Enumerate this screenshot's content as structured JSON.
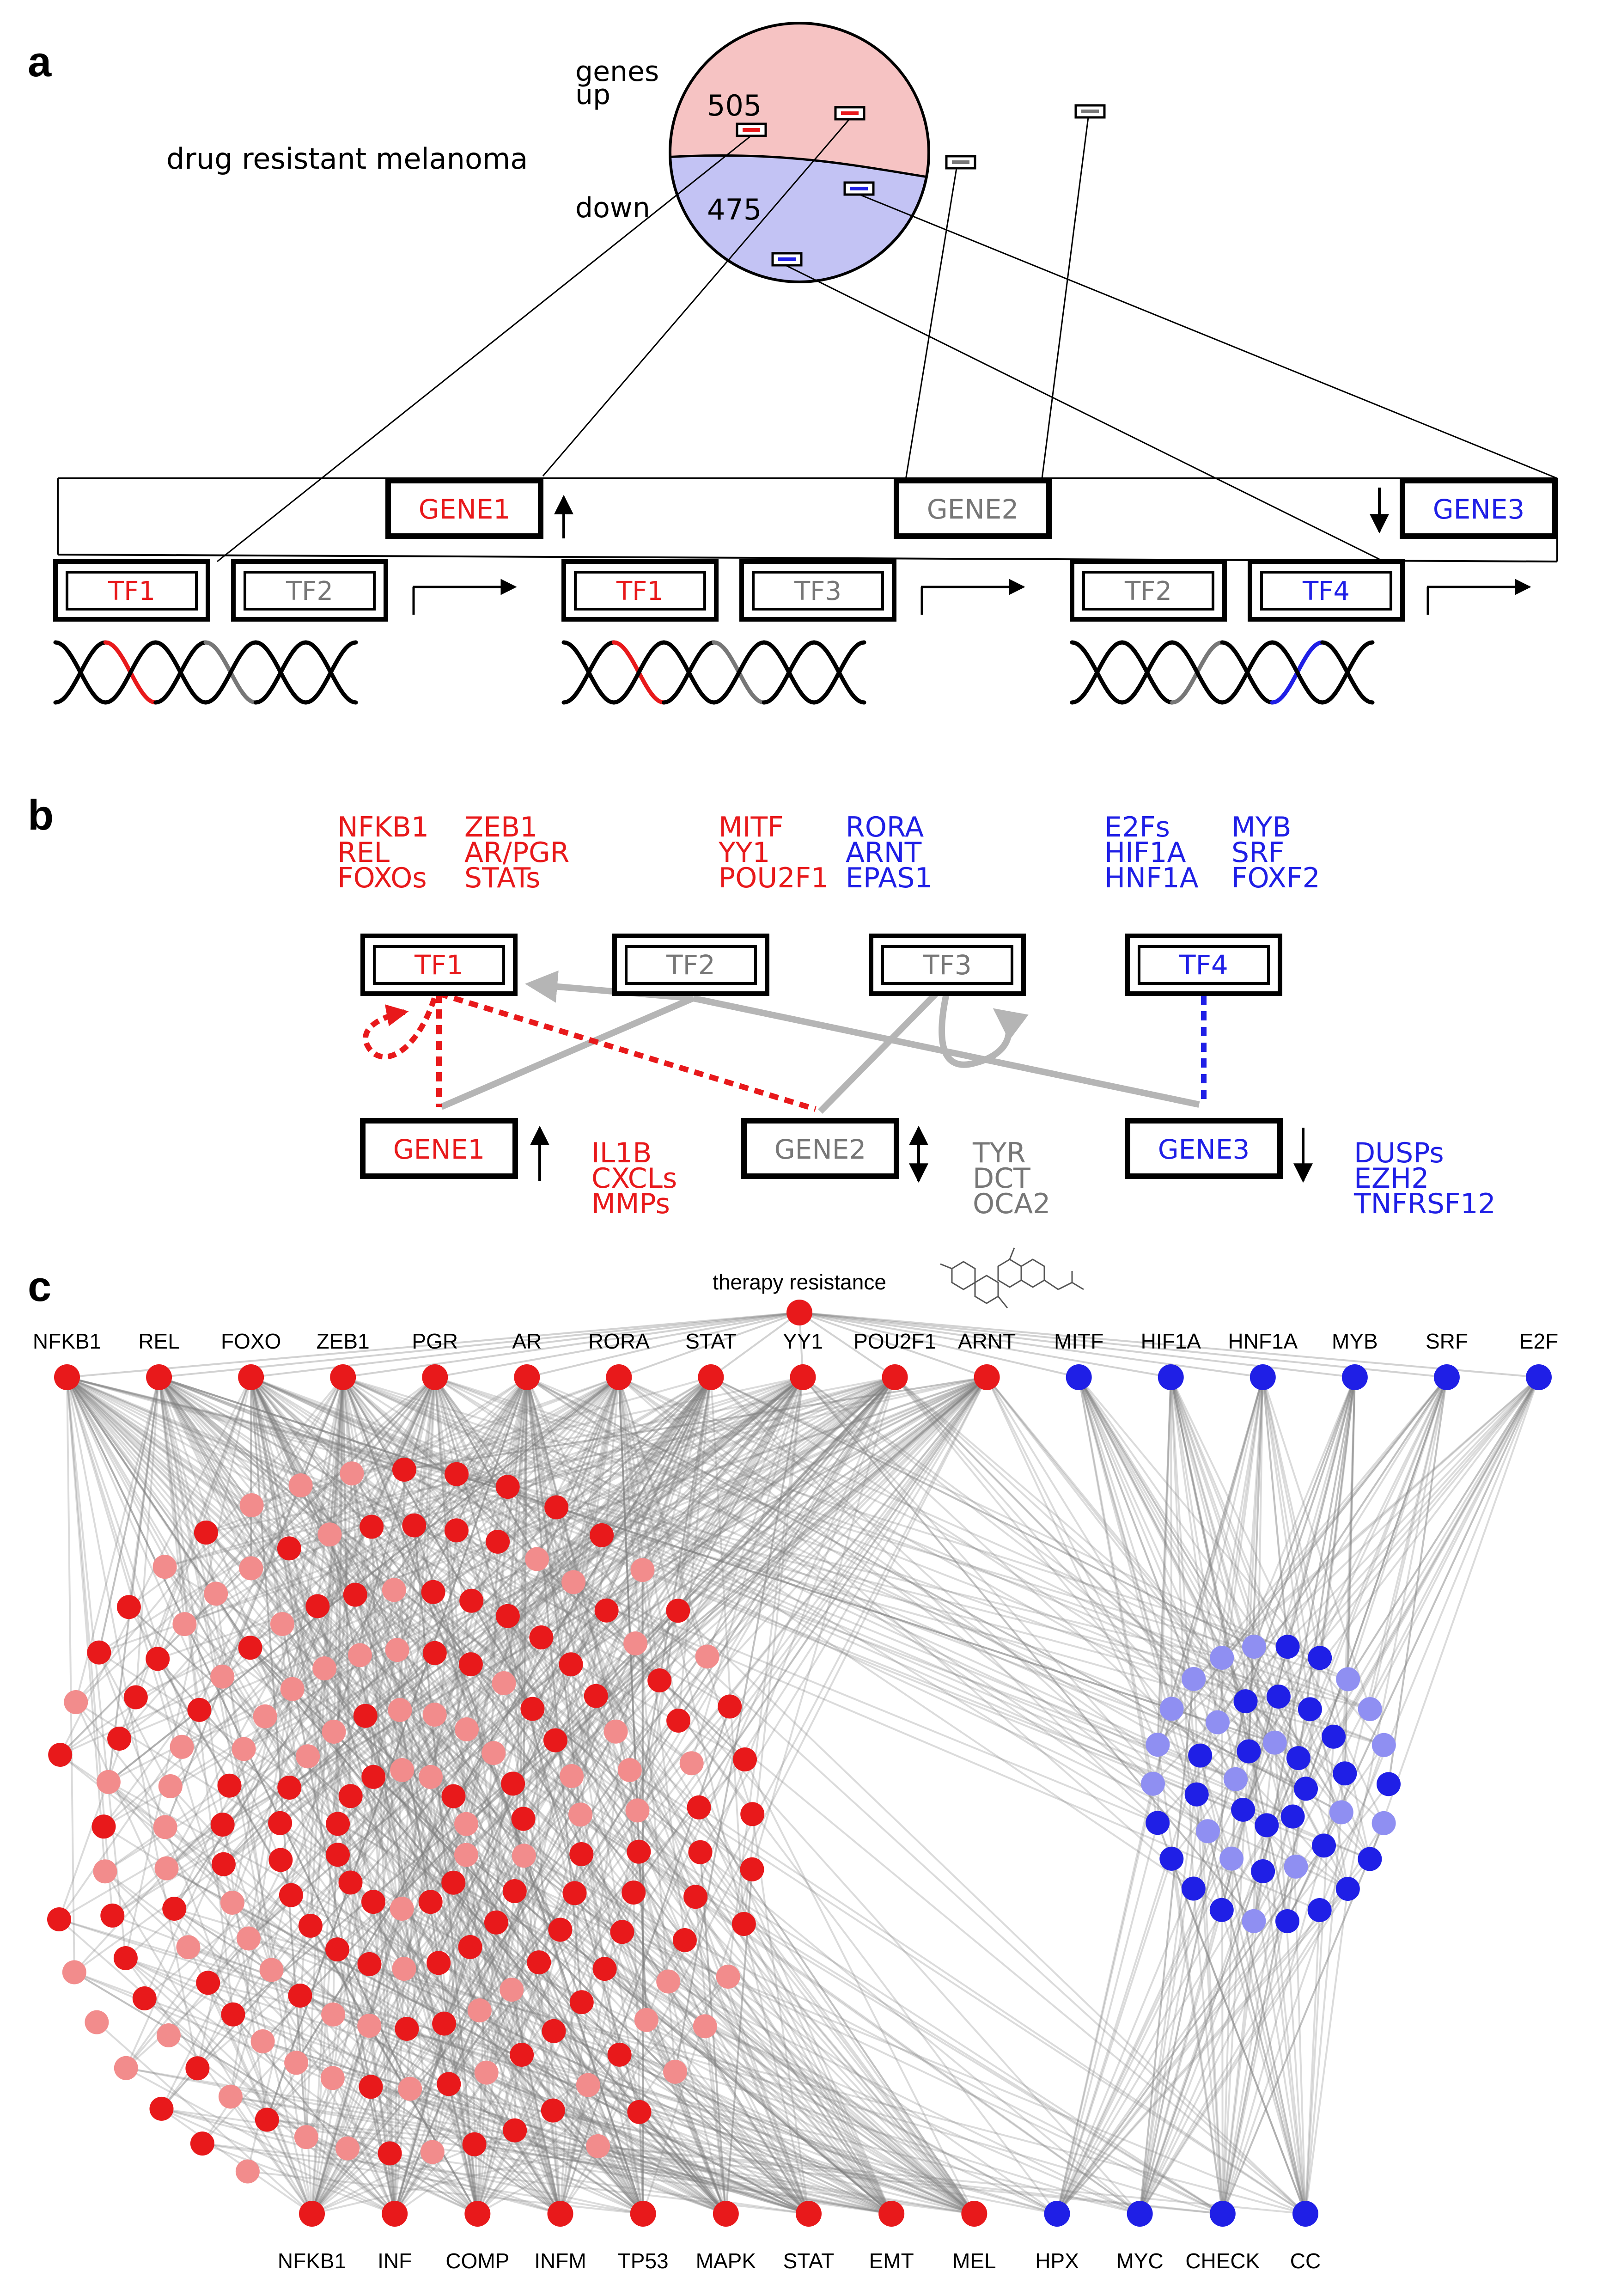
{
  "colors": {
    "red": "#e8191b",
    "blue": "#1f1fe6",
    "gray": "#777777",
    "pie_up": "#f6c3c3",
    "pie_down": "#c3c3f4",
    "edge": "#8a8a8a"
  },
  "panel_a": {
    "letter": "a",
    "title": "drug resistant melanoma",
    "genes_label": "genes",
    "up_label": "up",
    "down_label": "down",
    "up_count": "505",
    "down_count": "475",
    "gene_boxes": [
      {
        "label": "GENE1",
        "color": "red",
        "arrow": "up"
      },
      {
        "label": "GENE2",
        "color": "gray"
      },
      {
        "label": "GENE3",
        "color": "blue",
        "arrow": "down"
      }
    ],
    "tf_boxes": [
      {
        "label": "TF1",
        "color": "red"
      },
      {
        "label": "TF2",
        "color": "gray"
      },
      {
        "label": "TF1",
        "color": "red"
      },
      {
        "label": "TF3",
        "color": "gray"
      },
      {
        "label": "TF2",
        "color": "gray"
      },
      {
        "label": "TF4",
        "color": "blue"
      }
    ]
  },
  "panel_b": {
    "letter": "b",
    "tf_lists": [
      {
        "color": "red",
        "col1": [
          "NFKB1",
          "REL",
          "FOXOs"
        ],
        "col2": [
          "ZEB1",
          "AR/PGR",
          "STATs"
        ]
      },
      {
        "color": "red",
        "col1": [
          "MITF",
          "YY1",
          "POU2F1"
        ],
        "col2": []
      },
      {
        "color": "blue",
        "col1": [
          "RORA",
          "ARNT",
          "EPAS1"
        ],
        "col2": []
      },
      {
        "color": "blue",
        "col1": [
          "E2Fs",
          "HIF1A",
          "HNF1A"
        ],
        "col2": [
          "MYB",
          "SRF",
          "FOXF2"
        ]
      }
    ],
    "tfs": [
      {
        "label": "TF1",
        "color": "red"
      },
      {
        "label": "TF2",
        "color": "gray"
      },
      {
        "label": "TF3",
        "color": "gray"
      },
      {
        "label": "TF4",
        "color": "blue"
      }
    ],
    "genes": [
      {
        "label": "GENE1",
        "color": "red",
        "arrow": "up",
        "examples": [
          "IL1B",
          "CXCLs",
          "MMPs"
        ]
      },
      {
        "label": "GENE2",
        "color": "gray",
        "arrow": "updown",
        "examples": [
          "TYR",
          "DCT",
          "OCA2"
        ]
      },
      {
        "label": "GENE3",
        "color": "blue",
        "arrow": "down",
        "examples": [
          "DUSPs",
          "EZH2",
          "TNFRSF12"
        ]
      }
    ]
  },
  "panel_c": {
    "letter": "c",
    "top_node_label": "therapy resistance",
    "top_row": [
      {
        "label": "NFKB1",
        "color": "red"
      },
      {
        "label": "REL",
        "color": "red"
      },
      {
        "label": "FOXO",
        "color": "red"
      },
      {
        "label": "ZEB1",
        "color": "red"
      },
      {
        "label": "PGR",
        "color": "red"
      },
      {
        "label": "AR",
        "color": "red"
      },
      {
        "label": "RORA",
        "color": "red"
      },
      {
        "label": "STAT",
        "color": "red"
      },
      {
        "label": "YY1",
        "color": "red"
      },
      {
        "label": "POU2F1",
        "color": "red"
      },
      {
        "label": "ARNT",
        "color": "red"
      },
      {
        "label": "MITF",
        "color": "blue"
      },
      {
        "label": "HIF1A",
        "color": "blue"
      },
      {
        "label": "HNF1A",
        "color": "blue"
      },
      {
        "label": "MYB",
        "color": "blue"
      },
      {
        "label": "SRF",
        "color": "blue"
      },
      {
        "label": "E2F",
        "color": "blue"
      }
    ],
    "bottom_row": [
      {
        "label": "NFKB1",
        "color": "red"
      },
      {
        "label": "INF",
        "color": "red"
      },
      {
        "label": "COMP",
        "color": "red"
      },
      {
        "label": "INFM",
        "color": "red"
      },
      {
        "label": "TP53",
        "color": "red"
      },
      {
        "label": "MAPK",
        "color": "red"
      },
      {
        "label": "STAT",
        "color": "red"
      },
      {
        "label": "EMT",
        "color": "red"
      },
      {
        "label": "MEL",
        "color": "red"
      },
      {
        "label": "HPX",
        "color": "blue"
      },
      {
        "label": "MYC",
        "color": "blue"
      },
      {
        "label": "CHECK",
        "color": "blue"
      },
      {
        "label": "CC",
        "color": "blue"
      }
    ],
    "red_cluster_size": 190,
    "blue_cluster_size": 45
  }
}
